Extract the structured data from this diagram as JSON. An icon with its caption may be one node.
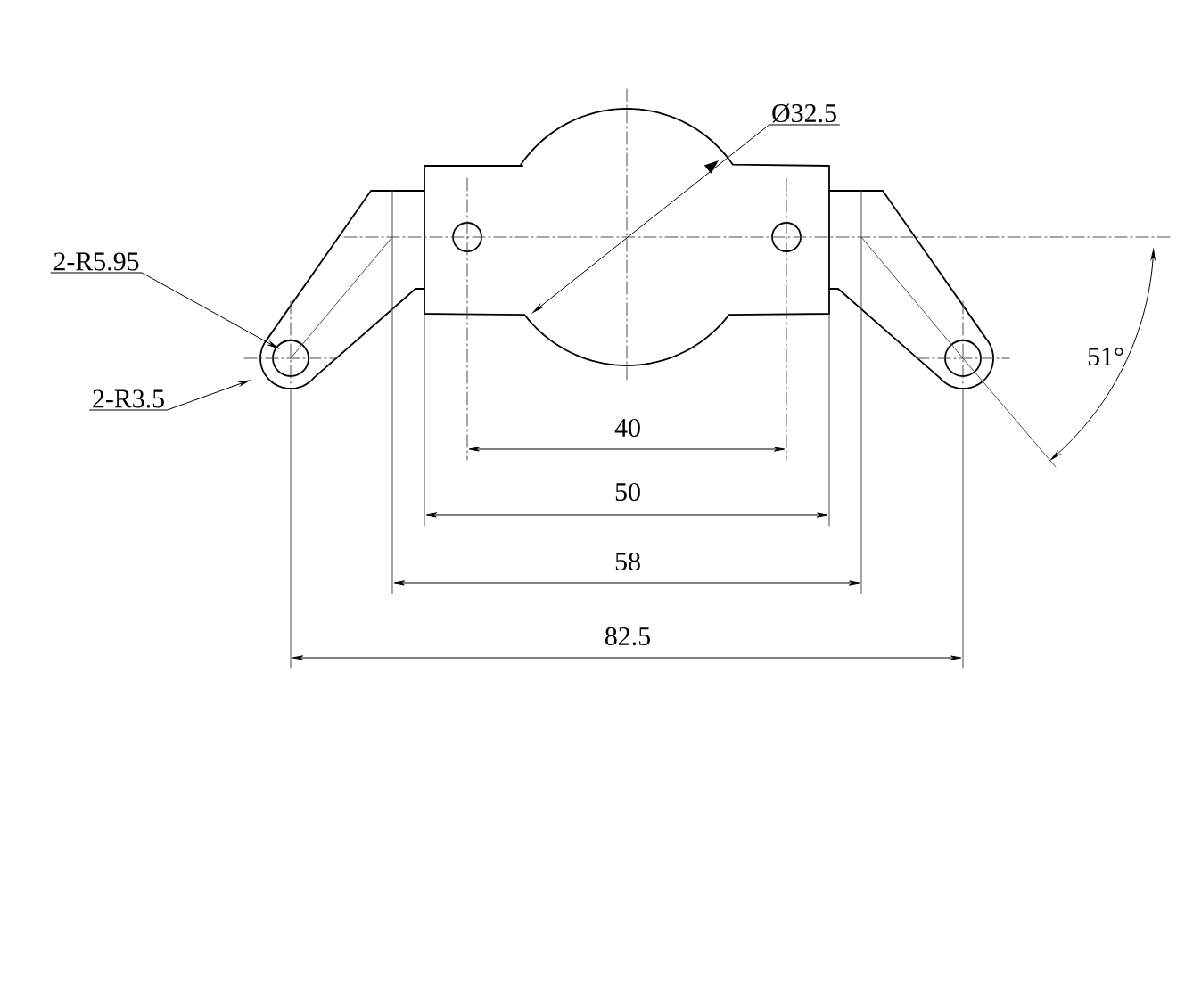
{
  "diagram": {
    "nodes": [
      {
        "text": [
          "Ø32.5"
        ]
      },
      {
        "text": [
          "2-R5.95"
        ]
      },
      {
        "text": [
          "2-R3.5"
        ]
      }
    ],
    "edges": [
      {
        "from": 0,
        "to": null,
        "arrow": "to"
      },
      {
        "from": 1,
        "to": null,
        "arrow": "to"
      },
      {
        "from": 2,
        "to": null,
        "arrow": "to"
      }
    ],
    "labels": [
      "40",
      "50",
      "58",
      "82.5",
      "51°"
    ]
  }
}
